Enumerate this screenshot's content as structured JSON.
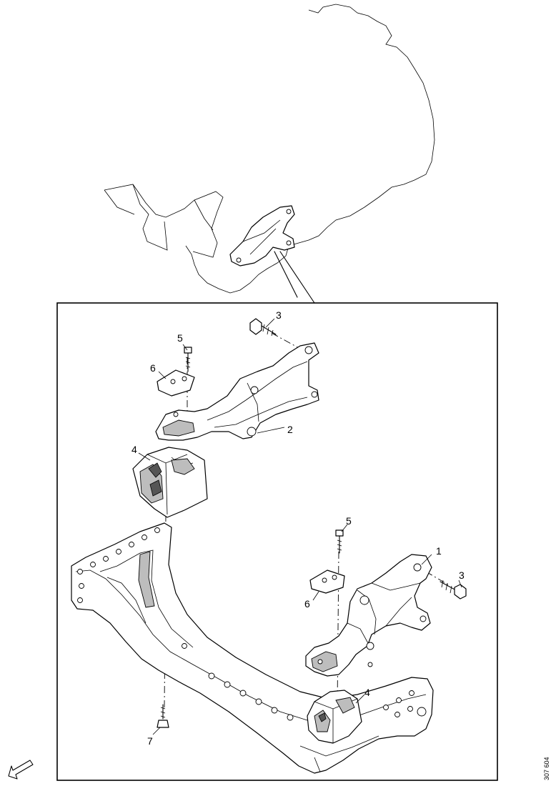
{
  "diagram": {
    "callouts": {
      "bracket_rear": "1",
      "bracket_front": "2",
      "bolt_top": "3",
      "bolt_right": "3",
      "mount_left": "4",
      "mount_right": "4",
      "screw_left": "5",
      "screw_right": "5",
      "plate_left": "6",
      "plate_right": "6",
      "bolt_bottom": "7"
    },
    "document_number": "307 604"
  }
}
